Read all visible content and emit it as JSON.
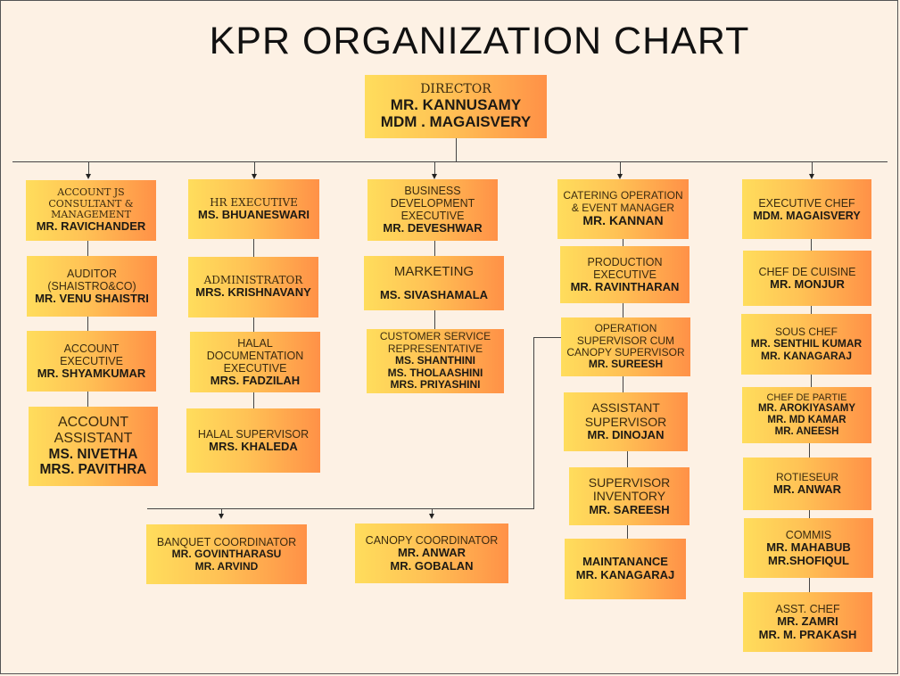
{
  "title": "KPR ORGANIZATION CHART",
  "director": {
    "role": "DIRECTOR",
    "names": [
      "MR. KANNUSAMY",
      "MDM . MAGAISVERY"
    ]
  },
  "columns": [
    {
      "boxes": [
        {
          "role": "ACCOUNT JS CONSULTANT & MANAGEMENT",
          "names": [
            "MR. RAVICHANDER"
          ]
        },
        {
          "role": "AUDITOR (SHAISTRO&CO)",
          "names": [
            "MR. VENU SHAISTRI"
          ]
        },
        {
          "role": "ACCOUNT EXECUTIVE",
          "names": [
            "MR. SHYAMKUMAR"
          ]
        },
        {
          "role": "ACCOUNT ASSISTANT",
          "names": [
            "MS. NIVETHA",
            "MRS. PAVITHRA"
          ]
        }
      ]
    },
    {
      "boxes": [
        {
          "role": "HR EXECUTIVE",
          "names": [
            "MS. BHUANESWARI"
          ]
        },
        {
          "role": "ADMINISTRATOR",
          "names": [
            "MRS. KRISHNAVANY"
          ]
        },
        {
          "role": "HALAL DOCUMENTATION EXECUTIVE",
          "names": [
            "MRS. FADZILAH"
          ]
        },
        {
          "role": "HALAL SUPERVISOR",
          "names": [
            "MRS. KHALEDA"
          ]
        }
      ]
    },
    {
      "boxes": [
        {
          "role": "BUSINESS DEVELOPMENT EXECUTIVE",
          "names": [
            "MR. DEVESHWAR"
          ]
        },
        {
          "role": "MARKETING",
          "names": [
            "MS. SIVASHAMALA"
          ]
        },
        {
          "role": "CUSTOMER SERVICE REPRESENTATIVE",
          "names": [
            "MS. SHANTHINI",
            "MS. THOLAASHINI",
            "MRS. PRIYASHINI"
          ]
        }
      ]
    },
    {
      "boxes": [
        {
          "role": "CATERING OPERATION & EVENT MANAGER",
          "names": [
            "MR. KANNAN"
          ]
        },
        {
          "role": "PRODUCTION EXECUTIVE",
          "names": [
            "MR. RAVINTHARAN"
          ]
        },
        {
          "role": "OPERATION SUPERVISOR CUM CANOPY SUPERVISOR",
          "names": [
            "MR. SUREESH"
          ]
        },
        {
          "role": "ASSISTANT SUPERVISOR",
          "names": [
            "MR. DINOJAN"
          ]
        },
        {
          "role": "SUPERVISOR INVENTORY",
          "names": [
            "MR. SAREESH"
          ]
        },
        {
          "role": "MAINTANANCE",
          "names": [
            "MR. KANAGARAJ"
          ]
        }
      ]
    },
    {
      "boxes": [
        {
          "role": "EXECUTIVE CHEF",
          "names": [
            "MDM. MAGAISVERY"
          ]
        },
        {
          "role": "CHEF DE CUISINE",
          "names": [
            "MR. MONJUR"
          ]
        },
        {
          "role": "SOUS CHEF",
          "names": [
            "MR. SENTHIL KUMAR",
            "MR. KANAGARAJ"
          ]
        },
        {
          "role": "CHEF DE PARTIE",
          "names": [
            "MR. AROKIYASAMY",
            "MR. MD KAMAR",
            "MR. ANEESH"
          ]
        },
        {
          "role": "ROTIESEUR",
          "names": [
            "MR. ANWAR"
          ]
        },
        {
          "role": "COMMIS",
          "names": [
            "MR. MAHABUB",
            "MR.SHOFIQUL"
          ]
        },
        {
          "role": "ASST. CHEF",
          "names": [
            "MR. ZAMRI",
            "MR. M. PRAKASH"
          ]
        }
      ]
    }
  ],
  "sub_boxes": [
    {
      "role": "BANQUET COORDINATOR",
      "names": [
        "MR. GOVINTHARASU",
        "MR. ARVIND"
      ]
    },
    {
      "role": "CANOPY COORDINATOR",
      "names": [
        "MR. ANWAR",
        "MR. GOBALAN"
      ]
    }
  ]
}
